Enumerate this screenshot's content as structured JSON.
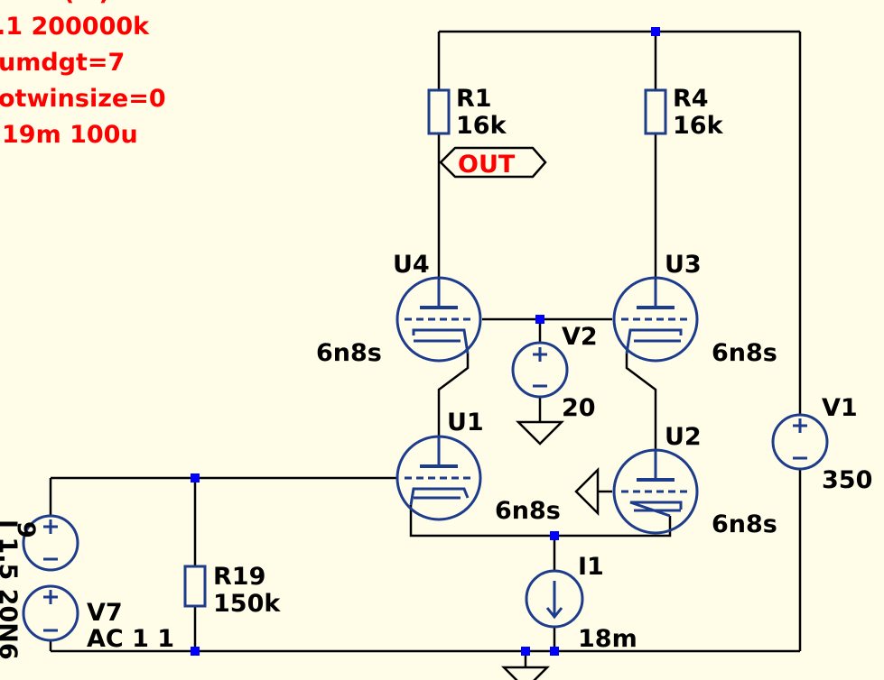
{
  "directives": {
    "line1": "(…)",
    "line2": ".1 200000k",
    "line3": "umdgt=7",
    "line4": "otwinsize=0",
    "line5": "19m 100u"
  },
  "out_label": "OUT",
  "resistors": {
    "r1": {
      "name": "R1",
      "value": "16k"
    },
    "r4": {
      "name": "R4",
      "value": "16k"
    },
    "r19": {
      "name": "R19",
      "value": "150k"
    }
  },
  "tubes": {
    "u1": {
      "name": "U1",
      "model": "6n8s"
    },
    "u2": {
      "name": "U2",
      "model": "6n8s"
    },
    "u3": {
      "name": "U3",
      "model": "6n8s"
    },
    "u4": {
      "name": "U4",
      "model": "6n8s"
    }
  },
  "sources": {
    "v1": {
      "name": "V1",
      "value": "350"
    },
    "v2": {
      "name": "V2",
      "value": "20"
    },
    "v7": {
      "name": "V7",
      "value": "AC 1 1"
    },
    "v9": {
      "name": "9",
      "value": "I 1.5 20N6"
    },
    "i1": {
      "name": "I1",
      "value": "18m"
    }
  }
}
